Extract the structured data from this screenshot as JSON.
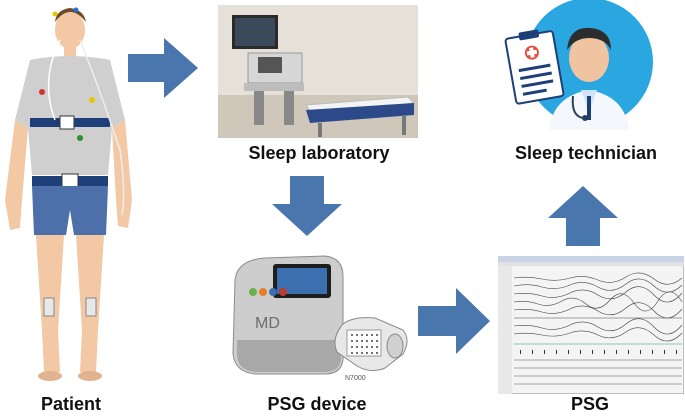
{
  "diagram": {
    "labels": {
      "patient": "Patient",
      "sleep_lab": "Sleep laboratory",
      "sleep_tech": "Sleep technician",
      "psg_device": "PSG device",
      "psg": "PSG"
    },
    "device_brand": "MD",
    "device_model": "N7000",
    "colors": {
      "arrow": "#4A76AE",
      "text": "#111111",
      "tech_circle": "#2AA6E0"
    }
  }
}
